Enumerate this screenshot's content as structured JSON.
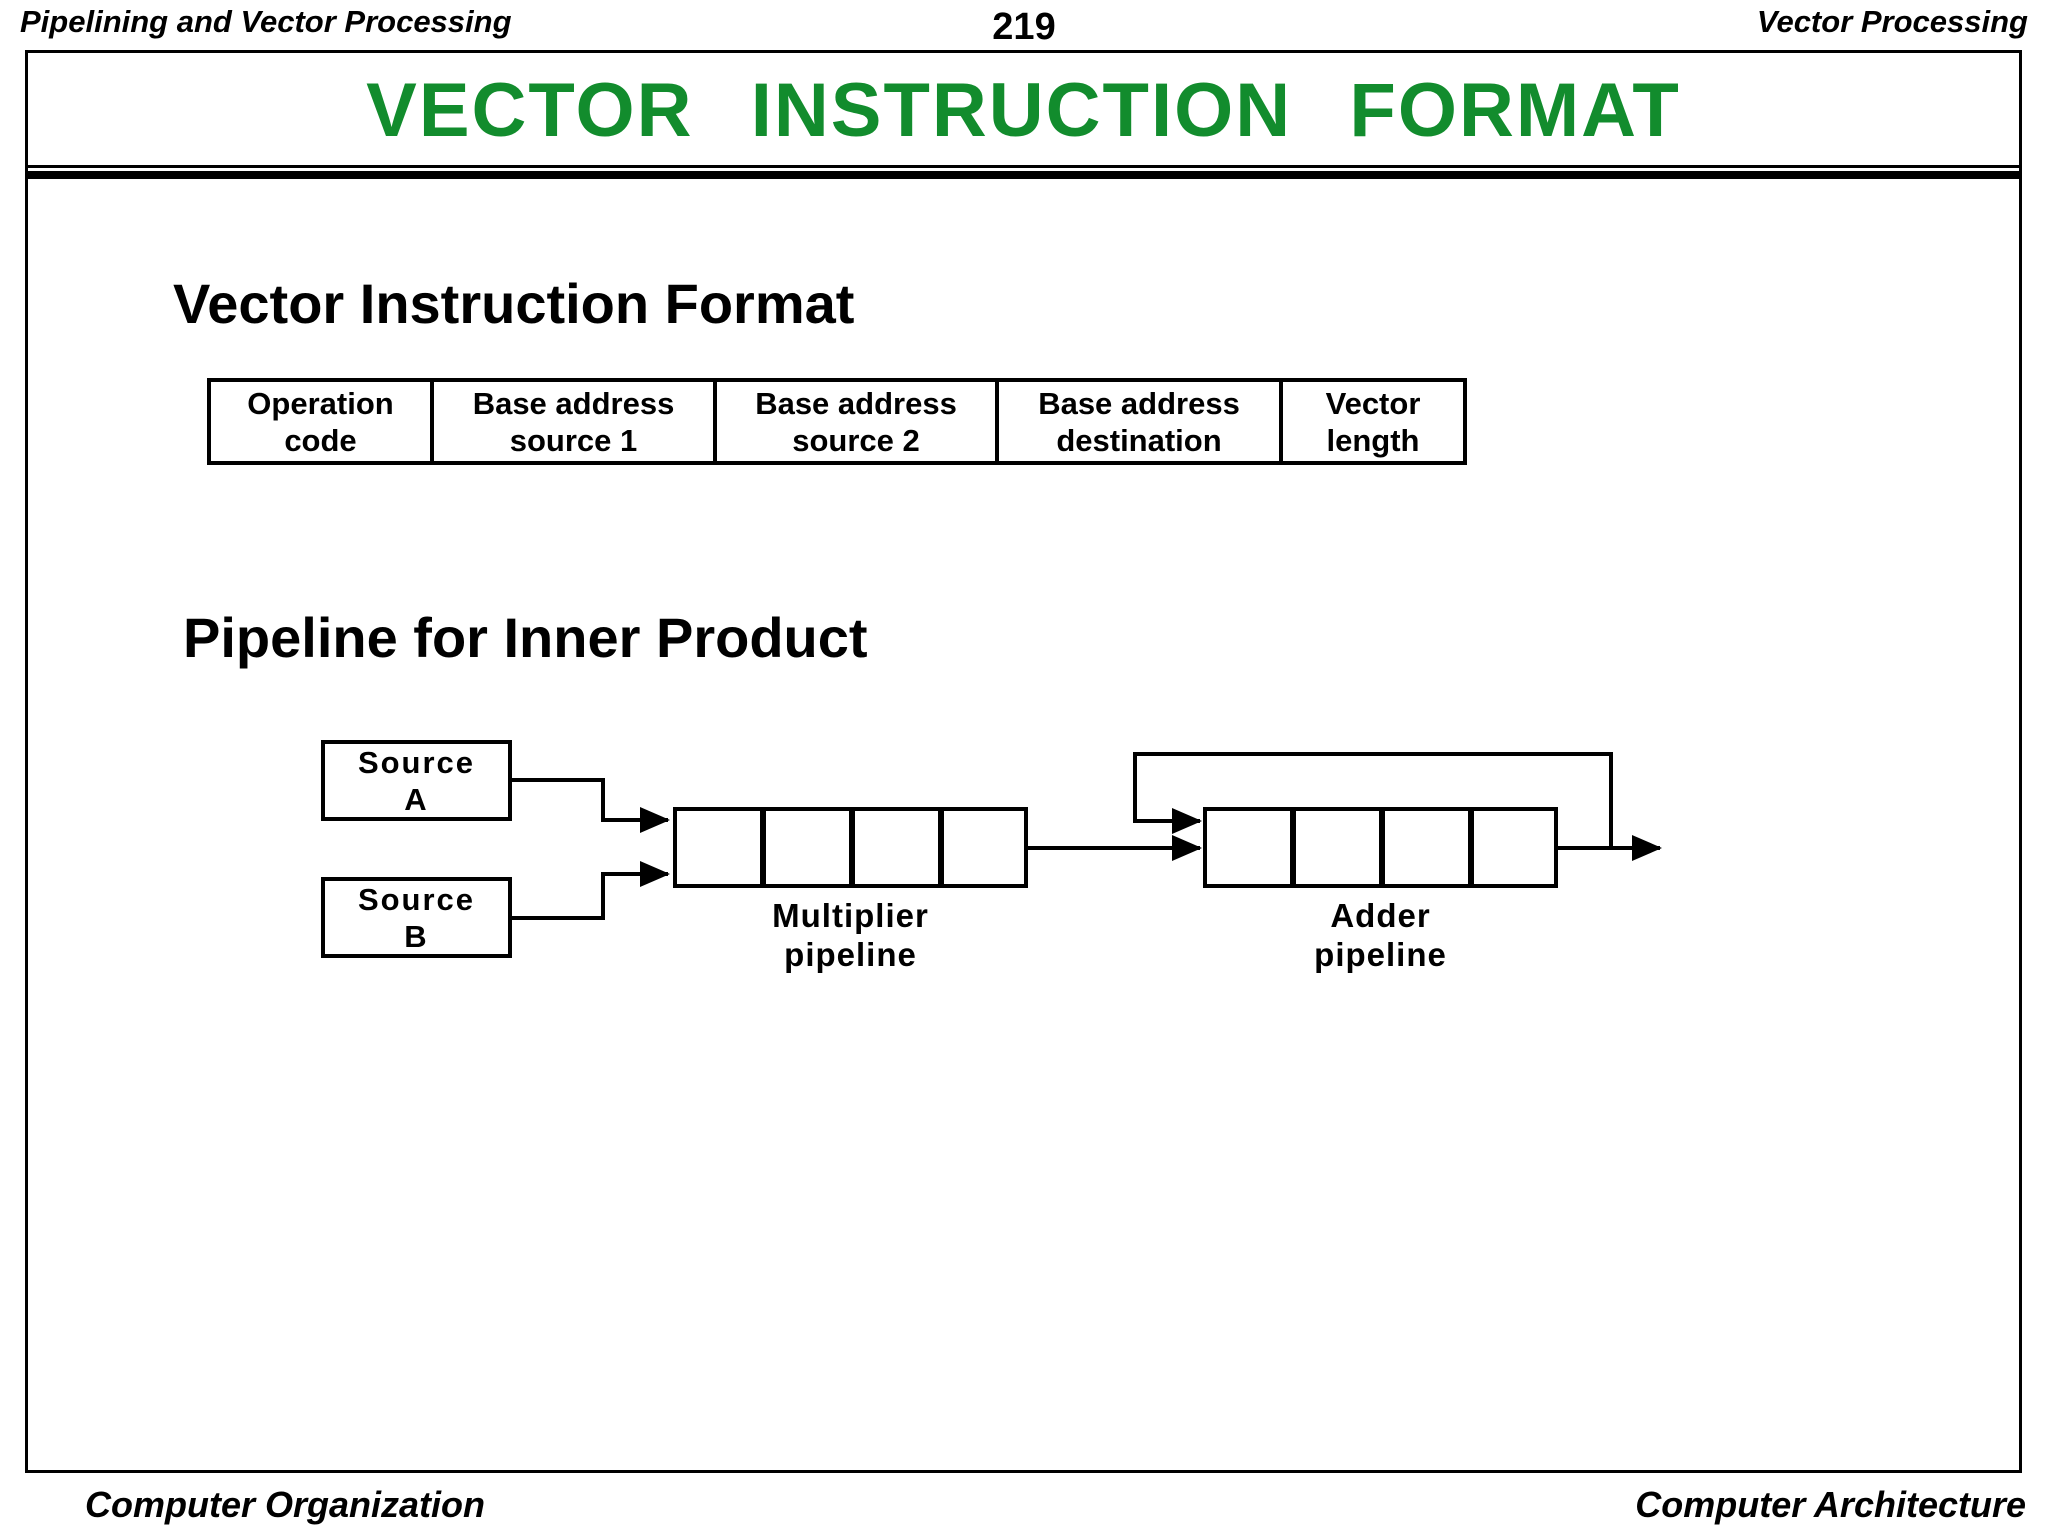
{
  "page": {
    "header": {
      "left": "Pipelining and Vector Processing",
      "page_number": "219",
      "right": "Vector Processing"
    },
    "footer": {
      "left": "Computer Organization",
      "right": "Computer Architecture"
    }
  },
  "slide": {
    "title": "VECTOR INSTRUCTION FORMAT",
    "instruction_format": {
      "heading": "Vector Instruction Format",
      "fields": [
        {
          "line1": "Operation",
          "line2": "code"
        },
        {
          "line1": "Base address",
          "line2": "source 1"
        },
        {
          "line1": "Base address",
          "line2": "source 2"
        },
        {
          "line1": "Base address",
          "line2": "destination"
        },
        {
          "line1": "Vector",
          "line2": "length"
        }
      ]
    },
    "inner_product": {
      "heading": "Pipeline for Inner Product",
      "source_a": {
        "line1": "Source",
        "line2": "A"
      },
      "source_b": {
        "line1": "Source",
        "line2": "B"
      },
      "multiplier_label": {
        "line1": "Multiplier",
        "line2": "pipeline"
      },
      "adder_label": {
        "line1": "Adder",
        "line2": "pipeline"
      },
      "stages_per_pipeline": 4
    }
  },
  "colors": {
    "title_green": "#128C2D",
    "ink": "#000000",
    "background": "#FFFFFF"
  }
}
